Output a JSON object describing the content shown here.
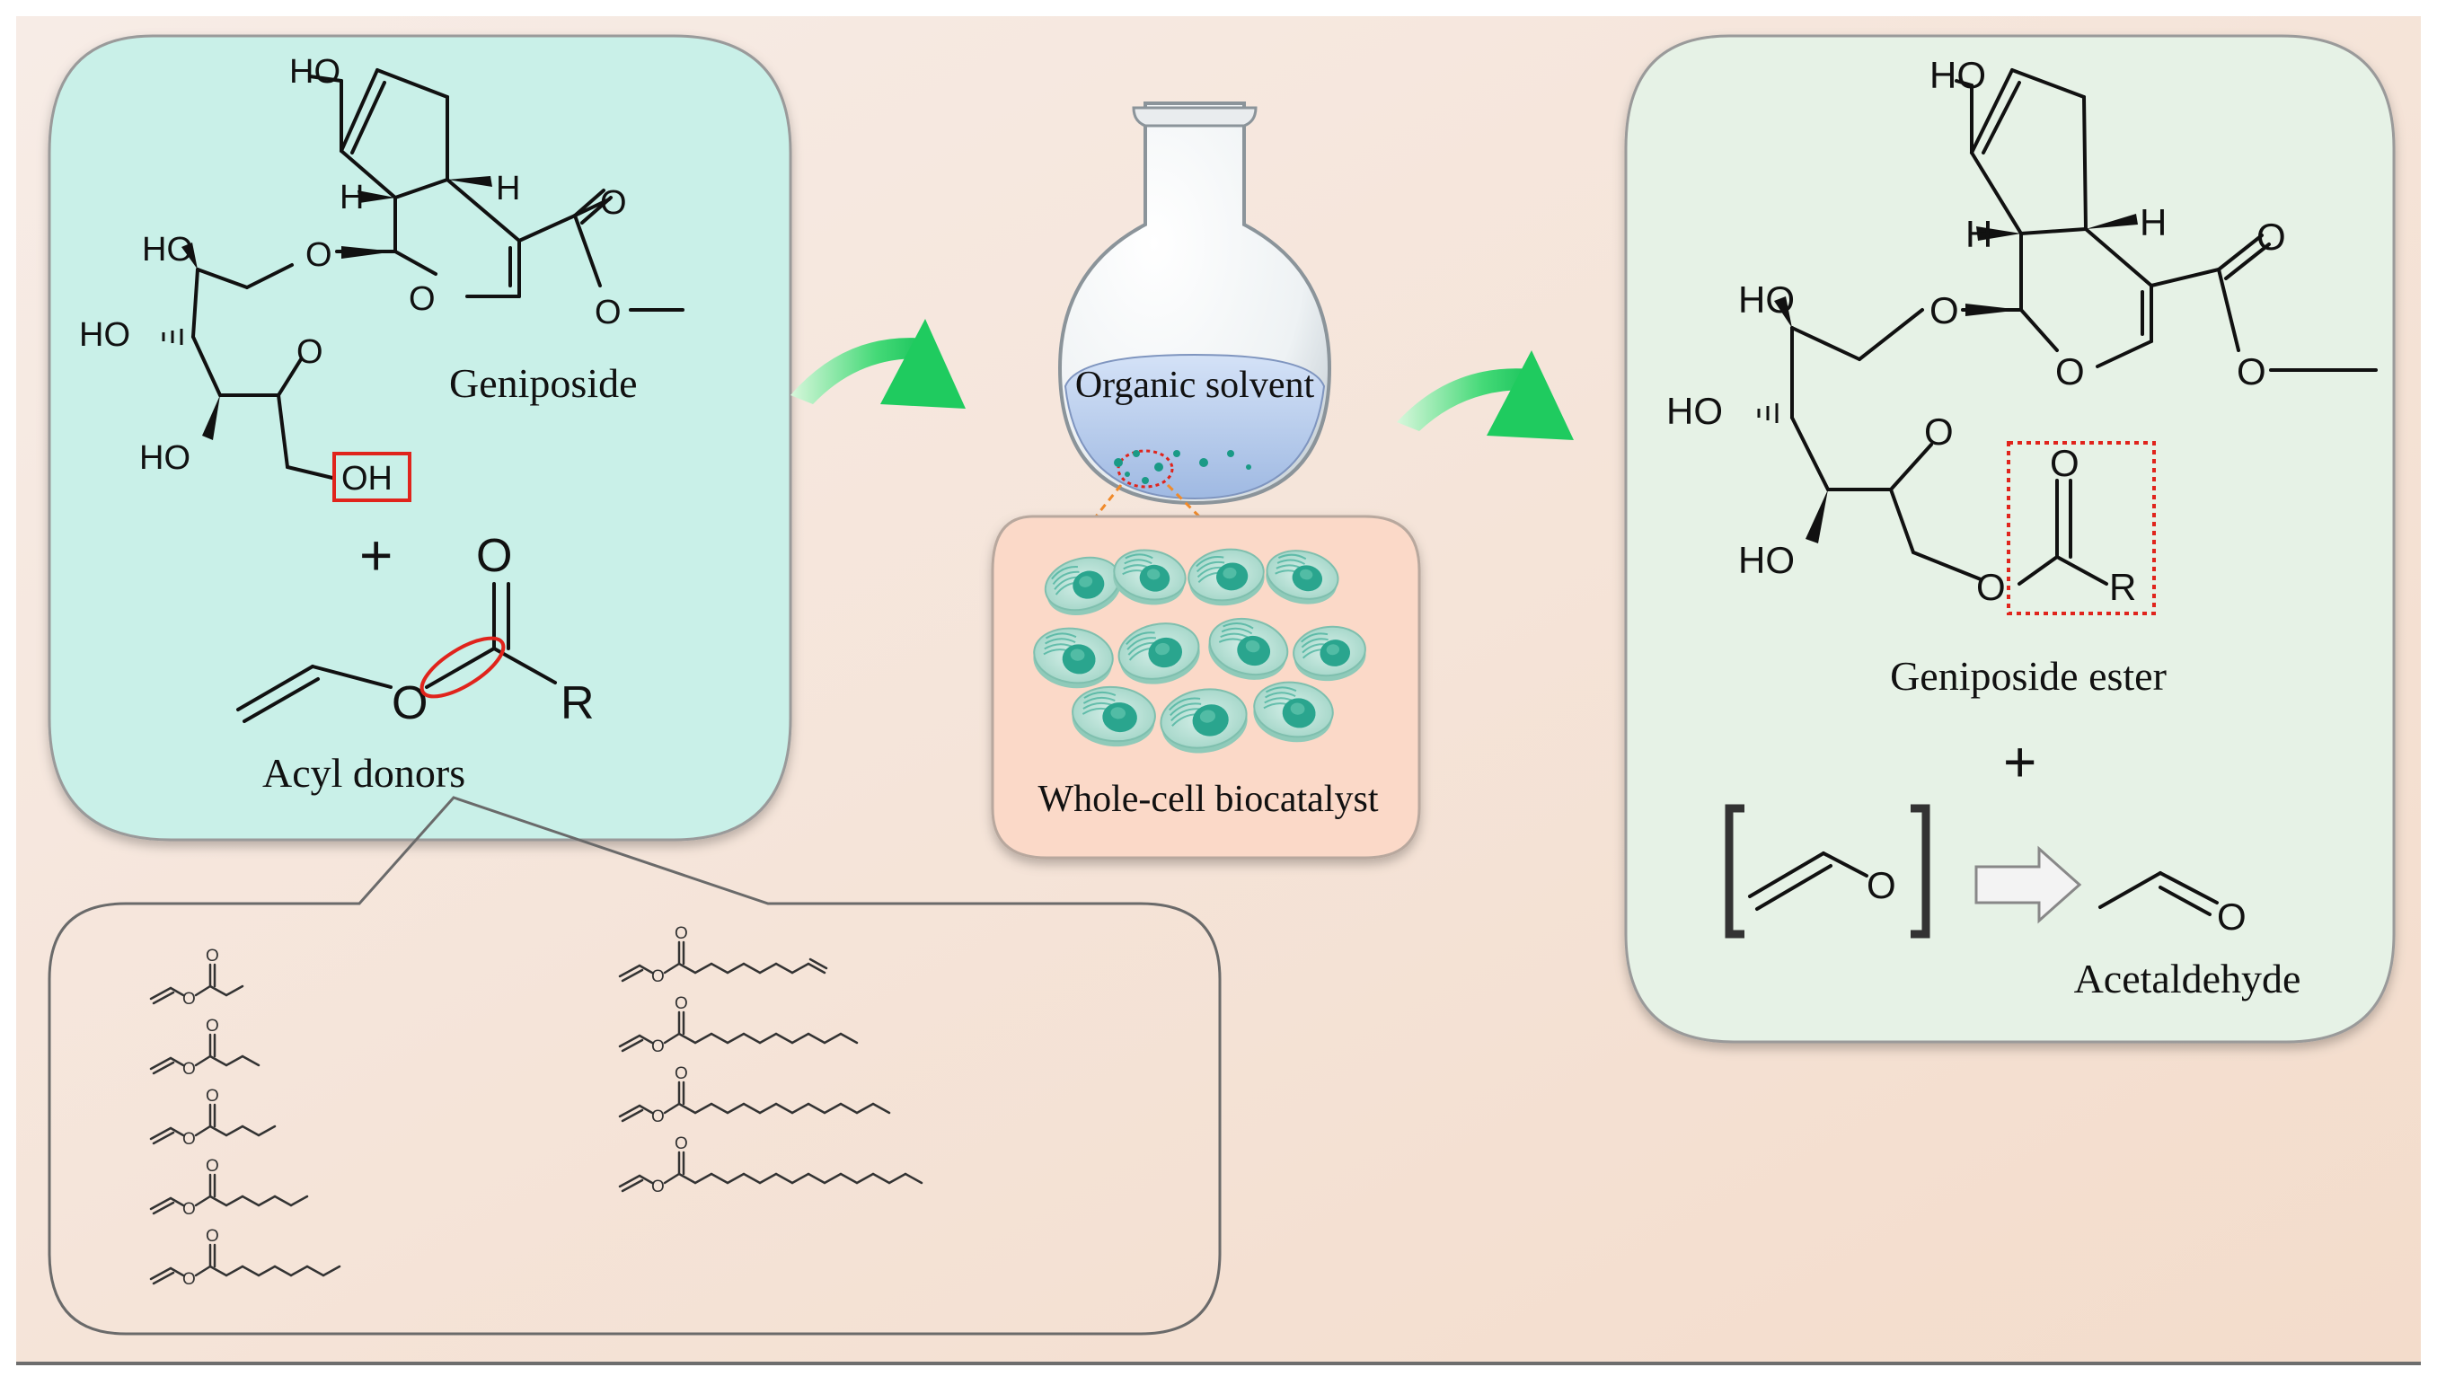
{
  "colors": {
    "background_left": "#f7ece6",
    "background_right": "#f3dccb",
    "reactant_panel": "#c9f0e8",
    "product_panel": "#e6f2e6",
    "catalyst_panel": "#fbd9c8",
    "arrow_green": "#1fcb5f",
    "highlight_red": "#e0241c",
    "cell_teal": "#2aa58e",
    "cell_light": "#b8e3d8",
    "panel_border": "#8a8a8a"
  },
  "reactants": {
    "geniposide_label": "Geniposide",
    "plus": "+",
    "acyl_donors_label": "Acyl donors",
    "atoms": {
      "ho_top": "HO",
      "h_left": "H",
      "h_right": "H",
      "o_carbonyl": "O",
      "o_ester": "O",
      "o_ring": "O",
      "o_glycosidic": "O",
      "ho_1": "HO",
      "ho_2": "HO",
      "ho_3": "HO",
      "o_sugar_ring": "O",
      "oh_highlight": "OH",
      "donor_o_carbonyl": "O",
      "donor_o_ester": "O",
      "donor_r": "R"
    }
  },
  "reaction": {
    "solvent_label": "Organic solvent",
    "catalyst_label": "Whole-cell biocatalyst"
  },
  "products": {
    "ester_label": "Geniposide ester",
    "plus": "+",
    "acetaldehyde_label": "Acetaldehyde",
    "atoms": {
      "ho_top": "HO",
      "h_left": "H",
      "h_right": "H",
      "o_carbonyl": "O",
      "o_ester": "O",
      "o_ring": "O",
      "o_glycosidic": "O",
      "ho_1": "HO",
      "ho_2": "HO",
      "ho_3": "HO",
      "o_sugar_ring": "O",
      "o_link": "O",
      "acyl_o": "O",
      "acyl_r": "R",
      "enol_o": "O",
      "aldehyde_o": "O"
    }
  },
  "donor_list": {
    "o_label": "O",
    "left_column_chain_lengths": [
      2,
      3,
      4,
      6,
      8
    ],
    "right_column_chain_lengths": [
      9,
      11,
      13,
      15
    ],
    "right_column_terminal_alkene": [
      true,
      false,
      false,
      false
    ]
  }
}
